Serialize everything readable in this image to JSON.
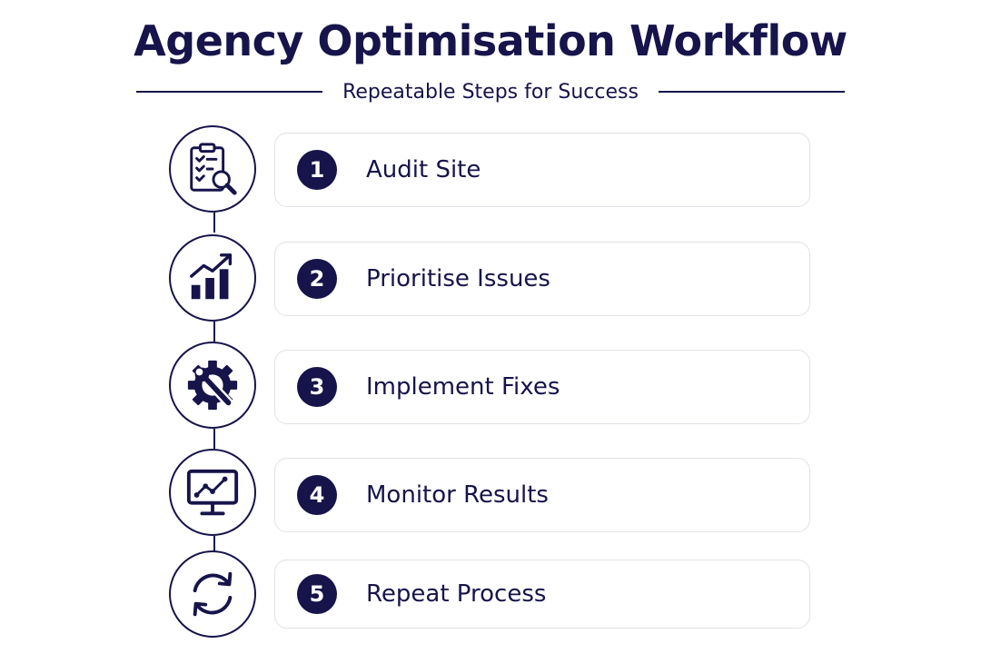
{
  "header": {
    "title": "Agency Optimisation Workflow",
    "subtitle": "Repeatable Steps for Success"
  },
  "colors": {
    "primary": "#16144a",
    "card_border": "#e1e1e8",
    "background": "#ffffff"
  },
  "steps": [
    {
      "number": "1",
      "label": "Audit Site",
      "icon": "clipboard-search-icon"
    },
    {
      "number": "2",
      "label": "Prioritise Issues",
      "icon": "bar-chart-growth-icon"
    },
    {
      "number": "3",
      "label": "Implement Fixes",
      "icon": "gear-wrench-icon"
    },
    {
      "number": "4",
      "label": "Monitor Results",
      "icon": "monitor-chart-icon"
    },
    {
      "number": "5",
      "label": "Repeat Process",
      "icon": "refresh-cycle-icon"
    }
  ]
}
